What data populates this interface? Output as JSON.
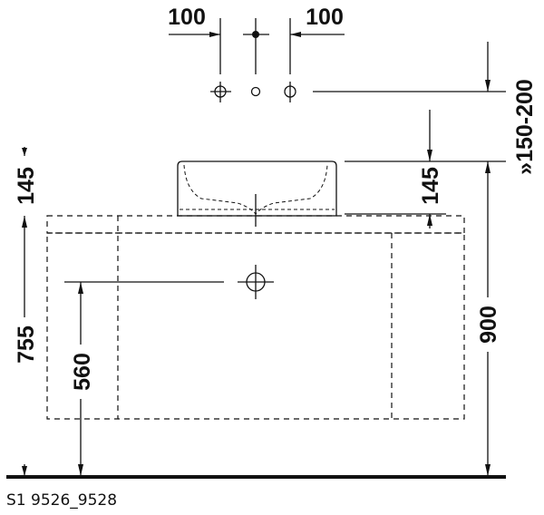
{
  "drawing": {
    "dimensions": {
      "tap_offset_left": "100",
      "tap_offset_right": "100",
      "tap_height_range": "»150-200",
      "basin_height_right": "145",
      "basin_height_left": "145",
      "counter_height": "755",
      "waste_height": "560",
      "cabinet_height": "900"
    },
    "article_code": "S1 9526_9528",
    "line_color": "#111111"
  }
}
